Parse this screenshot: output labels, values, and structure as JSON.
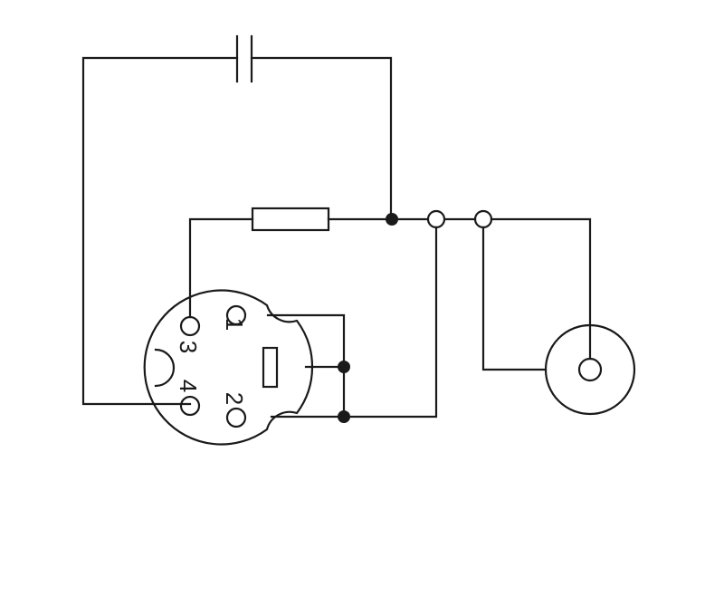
{
  "colors": {
    "line": "#1a1a1a",
    "background": "#ffffff"
  },
  "connector": {
    "pins": [
      {
        "label": "1"
      },
      {
        "label": "2"
      },
      {
        "label": "3"
      },
      {
        "label": "4"
      }
    ]
  }
}
